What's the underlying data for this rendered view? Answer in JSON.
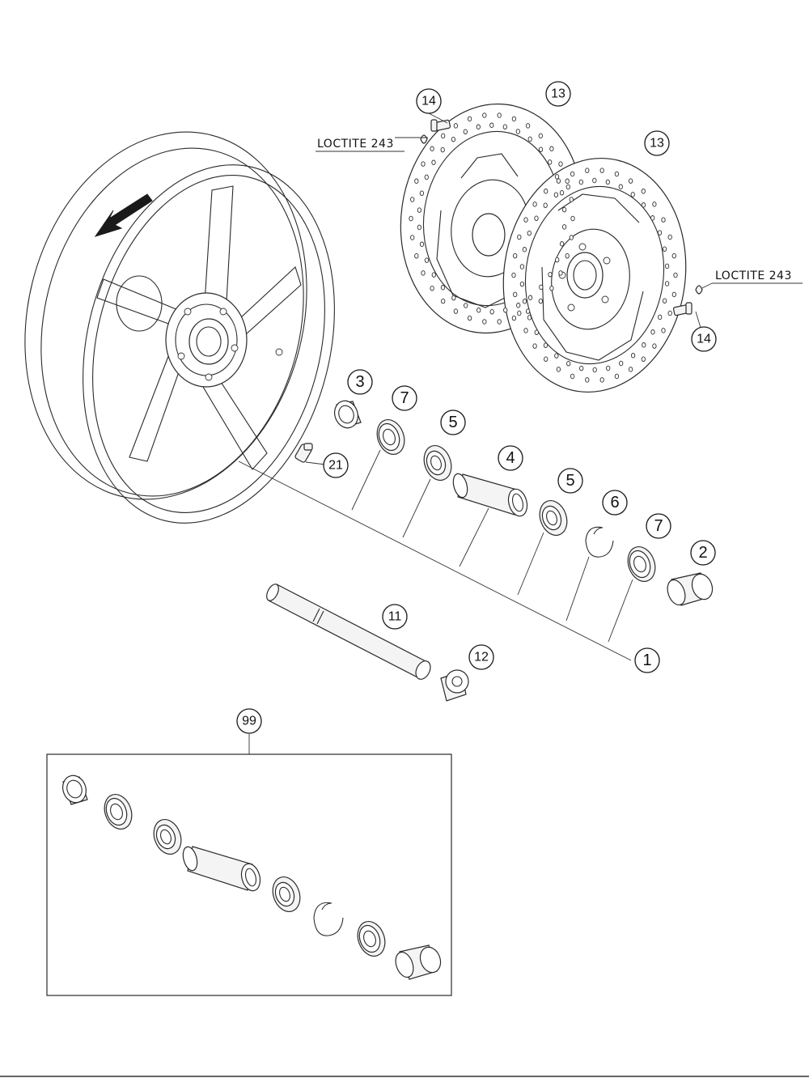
{
  "callouts": {
    "c1": "1",
    "c2": "2",
    "c3": "3",
    "c4": "4",
    "c5a": "5",
    "c5b": "5",
    "c6": "6",
    "c7a": "7",
    "c7b": "7",
    "c11": "11",
    "c12": "12",
    "c13a": "13",
    "c13b": "13",
    "c14a": "14",
    "c14b": "14",
    "c21": "21",
    "c99": "99"
  },
  "labels": {
    "loctite_top": "LOCTITE 243",
    "loctite_right": "LOCTITE 243"
  },
  "colors": {
    "line": "#2a2a2a",
    "background": "#ffffff"
  }
}
